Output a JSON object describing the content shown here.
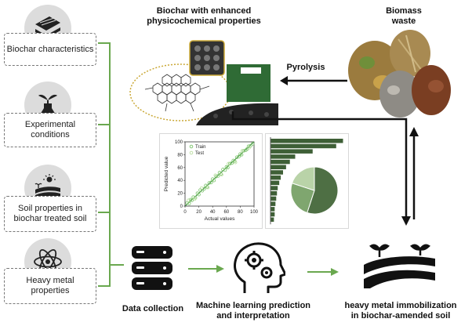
{
  "categories": [
    {
      "label": "Biochar characteristics",
      "icon": "layers-icon"
    },
    {
      "label": "Experimental conditions",
      "icon": "flask-plant-icon"
    },
    {
      "label": "Soil properties in biochar treated soil",
      "icon": "soil-sun-icon"
    },
    {
      "label": "Heavy metal properties",
      "icon": "atom-icon"
    }
  ],
  "top": {
    "biochar_title": "Biochar with enhanced physicochemical properties",
    "biomass_title": "Biomass waste",
    "pyrolysis_label": "Pyrolysis"
  },
  "steps": {
    "data_collection": "Data collection",
    "ml_prediction": "Machine learning prediction and interpretation",
    "immobilization": "heavy metal immobilization in biochar-amended soil"
  },
  "chart_data": [
    {
      "type": "scatter",
      "xlabel": "Actual values",
      "ylabel": "Predicted value",
      "xlim": [
        0,
        100
      ],
      "ylim": [
        0,
        100
      ],
      "xticks": [
        0,
        20,
        40,
        60,
        80,
        100
      ],
      "yticks": [
        0,
        20,
        40,
        60,
        80,
        100
      ],
      "series": [
        {
          "name": "Train",
          "color": "#7ac36a",
          "x": [
            3,
            6,
            8,
            10,
            12,
            15,
            18,
            20,
            22,
            25,
            28,
            30,
            32,
            35,
            38,
            40,
            42,
            45,
            48,
            50,
            52,
            55,
            58,
            60,
            62,
            65,
            68,
            70,
            72,
            75,
            78,
            80,
            82,
            85,
            88,
            90,
            92,
            95,
            98
          ],
          "y": [
            5,
            4,
            10,
            9,
            14,
            13,
            20,
            18,
            25,
            24,
            27,
            32,
            30,
            36,
            37,
            42,
            40,
            46,
            47,
            52,
            50,
            57,
            56,
            61,
            60,
            66,
            67,
            71,
            70,
            76,
            77,
            81,
            80,
            86,
            87,
            89,
            93,
            94,
            97
          ]
        },
        {
          "name": "Test",
          "color": "#b9dd9f",
          "x": [
            5,
            14,
            24,
            33,
            44,
            53,
            63,
            73,
            83,
            93
          ],
          "y": [
            9,
            11,
            28,
            29,
            48,
            49,
            66,
            68,
            86,
            91
          ]
        }
      ]
    },
    {
      "type": "bar",
      "orientation": "horizontal",
      "values": [
        95,
        86,
        55,
        32,
        25,
        20,
        16,
        13,
        11,
        9,
        8,
        7,
        6,
        5,
        5,
        4
      ]
    },
    {
      "type": "pie",
      "values": [
        55,
        25,
        20
      ],
      "colors": [
        "#4e6f44",
        "#7fa66f",
        "#b9d3a8"
      ]
    }
  ],
  "colors": {
    "accent_green": "#6aa84f",
    "dark_green": "#3e5f36",
    "arrow_black": "#111111"
  }
}
